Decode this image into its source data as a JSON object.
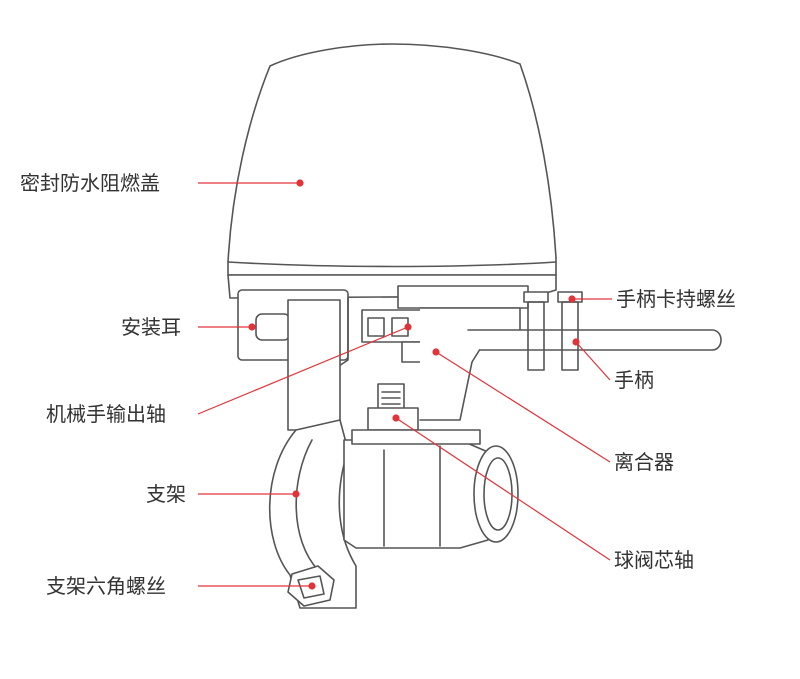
{
  "colors": {
    "outline": "#555555",
    "body_fill": "#ffffff",
    "leader": "#e0343a",
    "text": "#333333"
  },
  "labels": {
    "cover": "密封防水阻燃盖",
    "mount_ear": "安装耳",
    "output_shaft": "机械手输出轴",
    "bracket": "支架",
    "bracket_bolt": "支架六角螺丝",
    "handle_screw": "手柄卡持螺丝",
    "handle": "手柄",
    "clutch": "离合器",
    "ball_core_shaft": "球阀芯轴"
  }
}
